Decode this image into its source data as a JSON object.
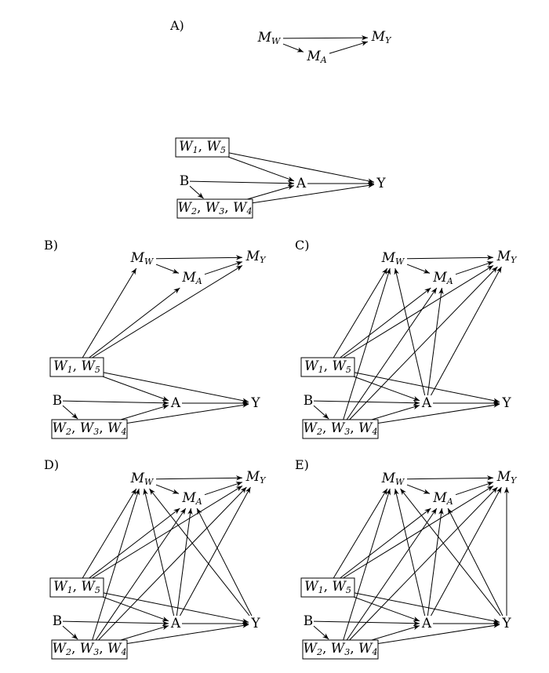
{
  "panels": [
    {
      "id": "A",
      "label": "A)"
    },
    {
      "id": "B",
      "label": "B)"
    },
    {
      "id": "C",
      "label": "C)"
    },
    {
      "id": "D",
      "label": "D)"
    },
    {
      "id": "E",
      "label": "E)"
    }
  ],
  "nodes": {
    "MW": {
      "base": "M",
      "sub": "W"
    },
    "MA": {
      "base": "M",
      "sub": "A"
    },
    "MY": {
      "base": "M",
      "sub": "Y"
    },
    "W15": {
      "parts": [
        {
          "base": "W",
          "sub": "1"
        },
        {
          "base": "W",
          "sub": "5"
        }
      ]
    },
    "W234": {
      "parts": [
        {
          "base": "W",
          "sub": "2"
        },
        {
          "base": "W",
          "sub": "3"
        },
        {
          "base": "W",
          "sub": "4"
        }
      ]
    },
    "B": {
      "text": "B"
    },
    "A": {
      "text": "A"
    },
    "Y": {
      "text": "Y"
    }
  },
  "diagrams": [
    {
      "panel": "A",
      "nodes": [
        "MW",
        "MA",
        "MY"
      ],
      "edges": [
        [
          "MW",
          "MY"
        ],
        [
          "MW",
          "MA"
        ],
        [
          "MA",
          "MY"
        ]
      ]
    },
    {
      "panel": "A",
      "nodes": [
        "W15",
        "B",
        "W234",
        "A",
        "Y"
      ],
      "edges": [
        [
          "W15",
          "A"
        ],
        [
          "W15",
          "Y"
        ],
        [
          "B",
          "A"
        ],
        [
          "B",
          "W234"
        ],
        [
          "W234",
          "A"
        ],
        [
          "W234",
          "Y"
        ],
        [
          "A",
          "Y"
        ]
      ]
    },
    {
      "panel": "B",
      "nodes": [
        "MW",
        "MA",
        "MY",
        "W15",
        "B",
        "W234",
        "A",
        "Y"
      ],
      "edges": [
        [
          "MW",
          "MY"
        ],
        [
          "MW",
          "MA"
        ],
        [
          "MA",
          "MY"
        ],
        [
          "W15",
          "MW"
        ],
        [
          "W15",
          "MA"
        ],
        [
          "W15",
          "MY"
        ],
        [
          "W15",
          "A"
        ],
        [
          "W15",
          "Y"
        ],
        [
          "B",
          "A"
        ],
        [
          "B",
          "W234"
        ],
        [
          "W234",
          "A"
        ],
        [
          "W234",
          "Y"
        ],
        [
          "A",
          "Y"
        ]
      ]
    },
    {
      "panel": "C",
      "nodes": [
        "MW",
        "MA",
        "MY",
        "W15",
        "B",
        "W234",
        "A",
        "Y"
      ],
      "edges": [
        [
          "MW",
          "MY"
        ],
        [
          "MW",
          "MA"
        ],
        [
          "MA",
          "MY"
        ],
        [
          "W15",
          "MW"
        ],
        [
          "W15",
          "MA"
        ],
        [
          "W15",
          "MY"
        ],
        [
          "W15",
          "A"
        ],
        [
          "W15",
          "Y"
        ],
        [
          "B",
          "A"
        ],
        [
          "B",
          "W234"
        ],
        [
          "W234",
          "A"
        ],
        [
          "W234",
          "Y"
        ],
        [
          "A",
          "Y"
        ],
        [
          "W234",
          "MW"
        ],
        [
          "W234",
          "MA"
        ],
        [
          "W234",
          "MY"
        ],
        [
          "A",
          "MW"
        ],
        [
          "A",
          "MA"
        ],
        [
          "A",
          "MY"
        ]
      ]
    },
    {
      "panel": "D",
      "nodes": [
        "MW",
        "MA",
        "MY",
        "W15",
        "B",
        "W234",
        "A",
        "Y"
      ],
      "edges": [
        [
          "MW",
          "MY"
        ],
        [
          "MW",
          "MA"
        ],
        [
          "MA",
          "MY"
        ],
        [
          "W15",
          "MW"
        ],
        [
          "W15",
          "MA"
        ],
        [
          "W15",
          "MY"
        ],
        [
          "W15",
          "A"
        ],
        [
          "W15",
          "Y"
        ],
        [
          "B",
          "A"
        ],
        [
          "B",
          "W234"
        ],
        [
          "W234",
          "A"
        ],
        [
          "W234",
          "Y"
        ],
        [
          "A",
          "Y"
        ],
        [
          "W234",
          "MW"
        ],
        [
          "W234",
          "MA"
        ],
        [
          "W234",
          "MY"
        ],
        [
          "A",
          "MW"
        ],
        [
          "A",
          "MA"
        ],
        [
          "A",
          "MY"
        ],
        [
          "Y",
          "MW"
        ],
        [
          "Y",
          "MA"
        ]
      ]
    },
    {
      "panel": "E",
      "nodes": [
        "MW",
        "MA",
        "MY",
        "W15",
        "B",
        "W234",
        "A",
        "Y"
      ],
      "edges": [
        [
          "MW",
          "MY"
        ],
        [
          "MW",
          "MA"
        ],
        [
          "MA",
          "MY"
        ],
        [
          "W15",
          "MW"
        ],
        [
          "W15",
          "MA"
        ],
        [
          "W15",
          "MY"
        ],
        [
          "W15",
          "A"
        ],
        [
          "W15",
          "Y"
        ],
        [
          "B",
          "A"
        ],
        [
          "B",
          "W234"
        ],
        [
          "W234",
          "A"
        ],
        [
          "W234",
          "Y"
        ],
        [
          "A",
          "Y"
        ],
        [
          "W234",
          "MW"
        ],
        [
          "W234",
          "MA"
        ],
        [
          "W234",
          "MY"
        ],
        [
          "A",
          "MW"
        ],
        [
          "A",
          "MA"
        ],
        [
          "A",
          "MY"
        ],
        [
          "Y",
          "MW"
        ],
        [
          "Y",
          "MA"
        ],
        [
          "Y",
          "MY"
        ]
      ]
    }
  ]
}
